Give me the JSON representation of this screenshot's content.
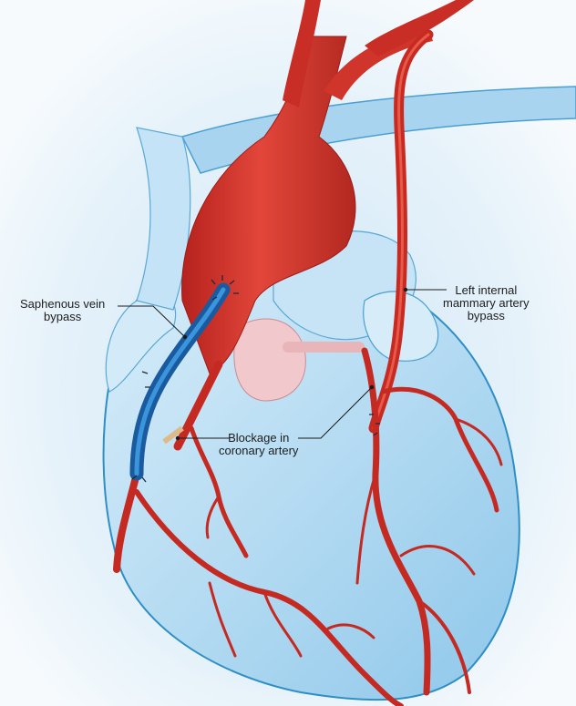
{
  "labels": {
    "saphenous": [
      "Saphenous vein",
      "bypass"
    ],
    "lima": [
      "Left internal",
      "mammary artery",
      "bypass"
    ],
    "blockage": [
      "Blockage in",
      "coronary artery"
    ]
  },
  "colors": {
    "artery": "#d8322a",
    "artery_dark": "#a9201c",
    "vein_graft": "#1f6fb5",
    "heart_tissue": "#bfe0f4",
    "outline": "#2f8fc4",
    "background": "#f3f8fc"
  }
}
